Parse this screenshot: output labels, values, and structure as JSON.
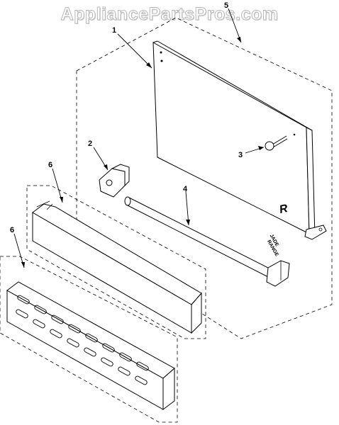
{
  "watermark": "AppliancePartsPros.com",
  "callouts": {
    "c1": "1",
    "c2": "2",
    "c3": "3",
    "c4": "4",
    "c5": "5",
    "c6a": "6",
    "c6b": "6"
  },
  "panel_text": {
    "line1": "JADE",
    "line2": "RANGE",
    "logo": "R"
  }
}
